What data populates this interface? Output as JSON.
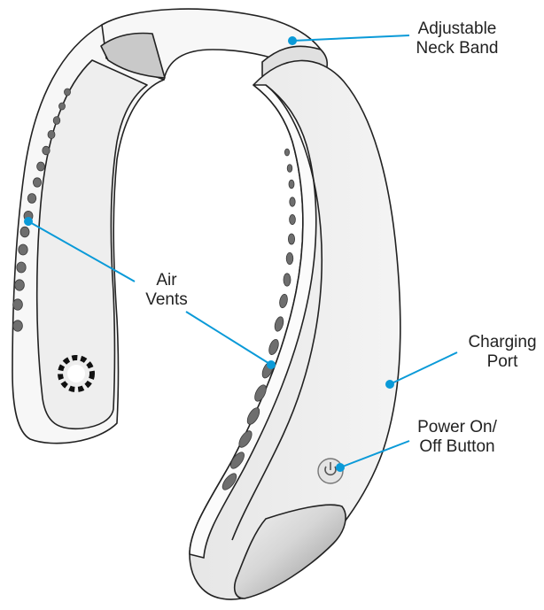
{
  "labels": {
    "neck_band": [
      "Adjustable",
      "Neck Band"
    ],
    "air_vents": [
      "Air",
      "Vents"
    ],
    "charging_port": [
      "Charging",
      "Port"
    ],
    "power_button": [
      "Power On/",
      "Off Button"
    ]
  },
  "colors": {
    "callout": "#0a9ad8",
    "outline": "#222222",
    "body_fill": "#efefef",
    "body_fill_light": "#ffffff",
    "vent_dark": "#6e6e6e",
    "button_plate": "#bdbdbd"
  },
  "icons": {
    "fan_intake": "dashed-ring-icon",
    "power": "power-button-icon"
  }
}
